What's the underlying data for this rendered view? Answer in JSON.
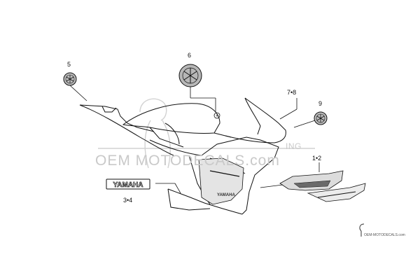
{
  "callouts": {
    "c5": "5",
    "c6": "6",
    "c78": "7•8",
    "c9": "9",
    "c12": "1•2",
    "c34": "3•4"
  },
  "decal_texts": {
    "yamaha_decal": "YAMAHA",
    "side_logo": "YAMAHA"
  },
  "watermarks": {
    "main": "OEM MOTODECALS.com",
    "right": "ING",
    "small": "OEM-MOTODECALS.com"
  },
  "colors": {
    "line": "#111111",
    "watermark": "#c9c9c9",
    "decal_fill": "#333333"
  },
  "icons": {
    "emblem": "tuning-fork-emblem-icon"
  }
}
